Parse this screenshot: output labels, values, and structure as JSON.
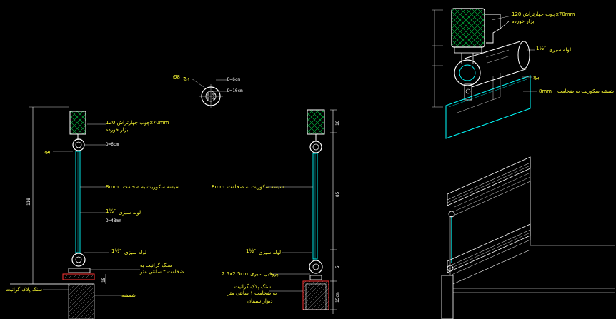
{
  "colors": {
    "background": "#000000",
    "outline": "#ffffff",
    "cyan": "#00ffff",
    "yellow": "#ffff33",
    "hatch": "#00cc44",
    "red": "#ff3333"
  },
  "labels": {
    "top_wood": "چوب چهارتراش 120x70mm",
    "top_wood_sub": "ابزار خورده",
    "top_pipe": "لوله سیزی",
    "top_pipe_frac": "1½″",
    "top_pin": "پیچ",
    "top_glass": "شیشه سکوریت به ضخامت",
    "top_glass_thk": "8mm",
    "mid_bolt_phi": "Ø8",
    "mid_bolt": "پیچ",
    "mid_d6": "D=6cm",
    "mid_d10": "D=10cm",
    "l_wood": "چوب چهارتراش 120x70mm",
    "l_wood_sub": "ابزار خورده",
    "l_pin": "پیچ",
    "l_d6": "D=6cm",
    "l_glass_thk": "8mm",
    "l_glass": "شیشه سکوریت به ضخامت",
    "l_pipe_frac": "1½″",
    "l_pipe": "لوله سیزی",
    "l_d48": "D=48mm",
    "l_pipe2_frac": "1½″",
    "l_pipe2": "لوله سیزی",
    "l_stone": "سنگ گرانیت به",
    "l_stone2": "ضخامت ۲ سانتی متر",
    "l_stone3": "سنگ پلاک گرانیت",
    "l_floor": "شمشه",
    "l_height": "110",
    "l_dim15": "15",
    "r_glass_thk": "8mm",
    "r_glass": "شیشه سکوریت به ضخامت",
    "r_pipe_frac": "1½″",
    "r_pipe": "لوله سیزی",
    "r_profile_size": "2.5x2.5cm",
    "r_profile": "پروفیل سیزی",
    "r_stone": "سنگ پلاک گرانیت",
    "r_stone2": "به ضخامت ۱ سانتی متر",
    "r_wall": "دیوار سیمان",
    "r_dim10": "10",
    "r_dim85": "85",
    "r_dim5": "5",
    "r_dim15": "15cm"
  }
}
